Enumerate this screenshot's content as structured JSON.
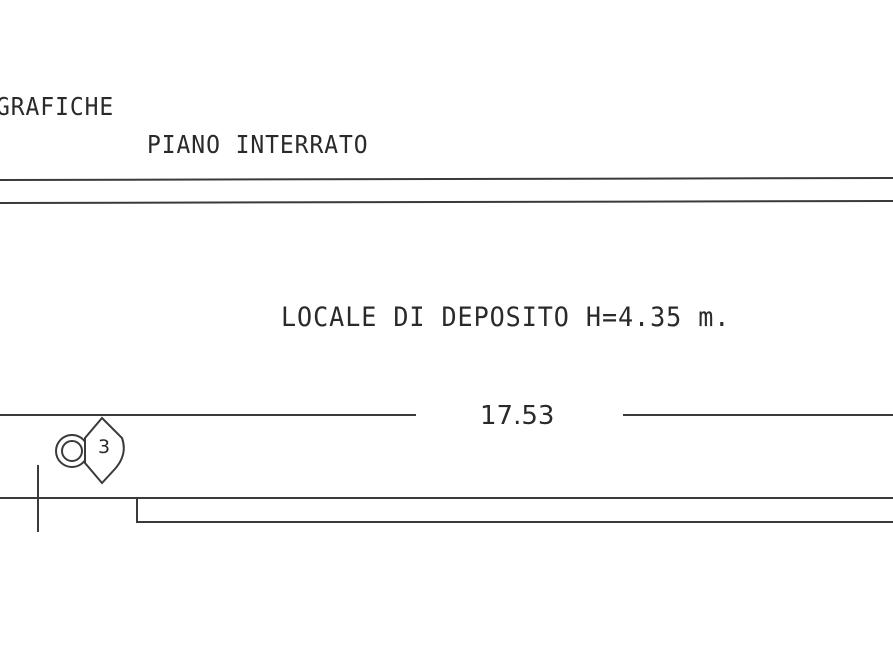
{
  "drawing": {
    "heading_partial": "GRAFICHE",
    "floor_label": "PIANO INTERRATO",
    "room_label": "LOCALE DI DEPOSITO H=4.35 m.",
    "dimension_value": "17.53",
    "section_marker_number": "3"
  },
  "colors": {
    "line": "#3a3a3a",
    "text": "#2a2a2a",
    "background": "#ffffff"
  }
}
